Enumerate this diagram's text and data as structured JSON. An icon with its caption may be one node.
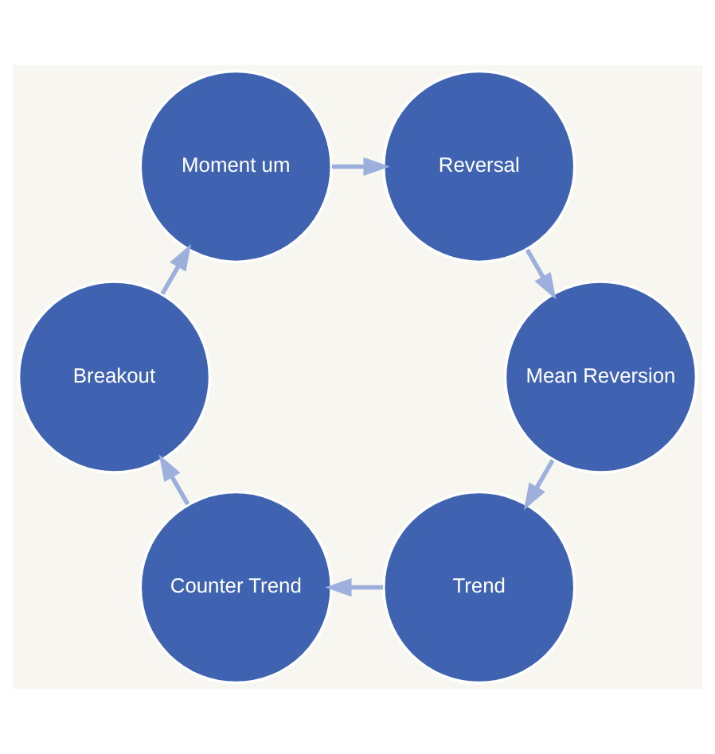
{
  "diagram": {
    "nodes": [
      {
        "text": [
          "Trend"
        ]
      },
      {
        "text": [
          "Counter Trend"
        ]
      },
      {
        "text": [
          "Breakout"
        ]
      },
      {
        "text": [
          "Moment um"
        ]
      },
      {
        "text": [
          "Reversal"
        ]
      },
      {
        "text": [
          "Mean Reversion"
        ]
      }
    ],
    "edges": [
      {
        "from": 0,
        "to": 1,
        "arrow": "to"
      },
      {
        "from": 1,
        "to": 2,
        "arrow": "to"
      },
      {
        "from": 2,
        "to": 3,
        "arrow": "to"
      },
      {
        "from": 3,
        "to": 4,
        "arrow": "to"
      },
      {
        "from": 4,
        "to": 5,
        "arrow": "to"
      },
      {
        "from": 5,
        "to": 0,
        "arrow": "to"
      }
    ]
  }
}
